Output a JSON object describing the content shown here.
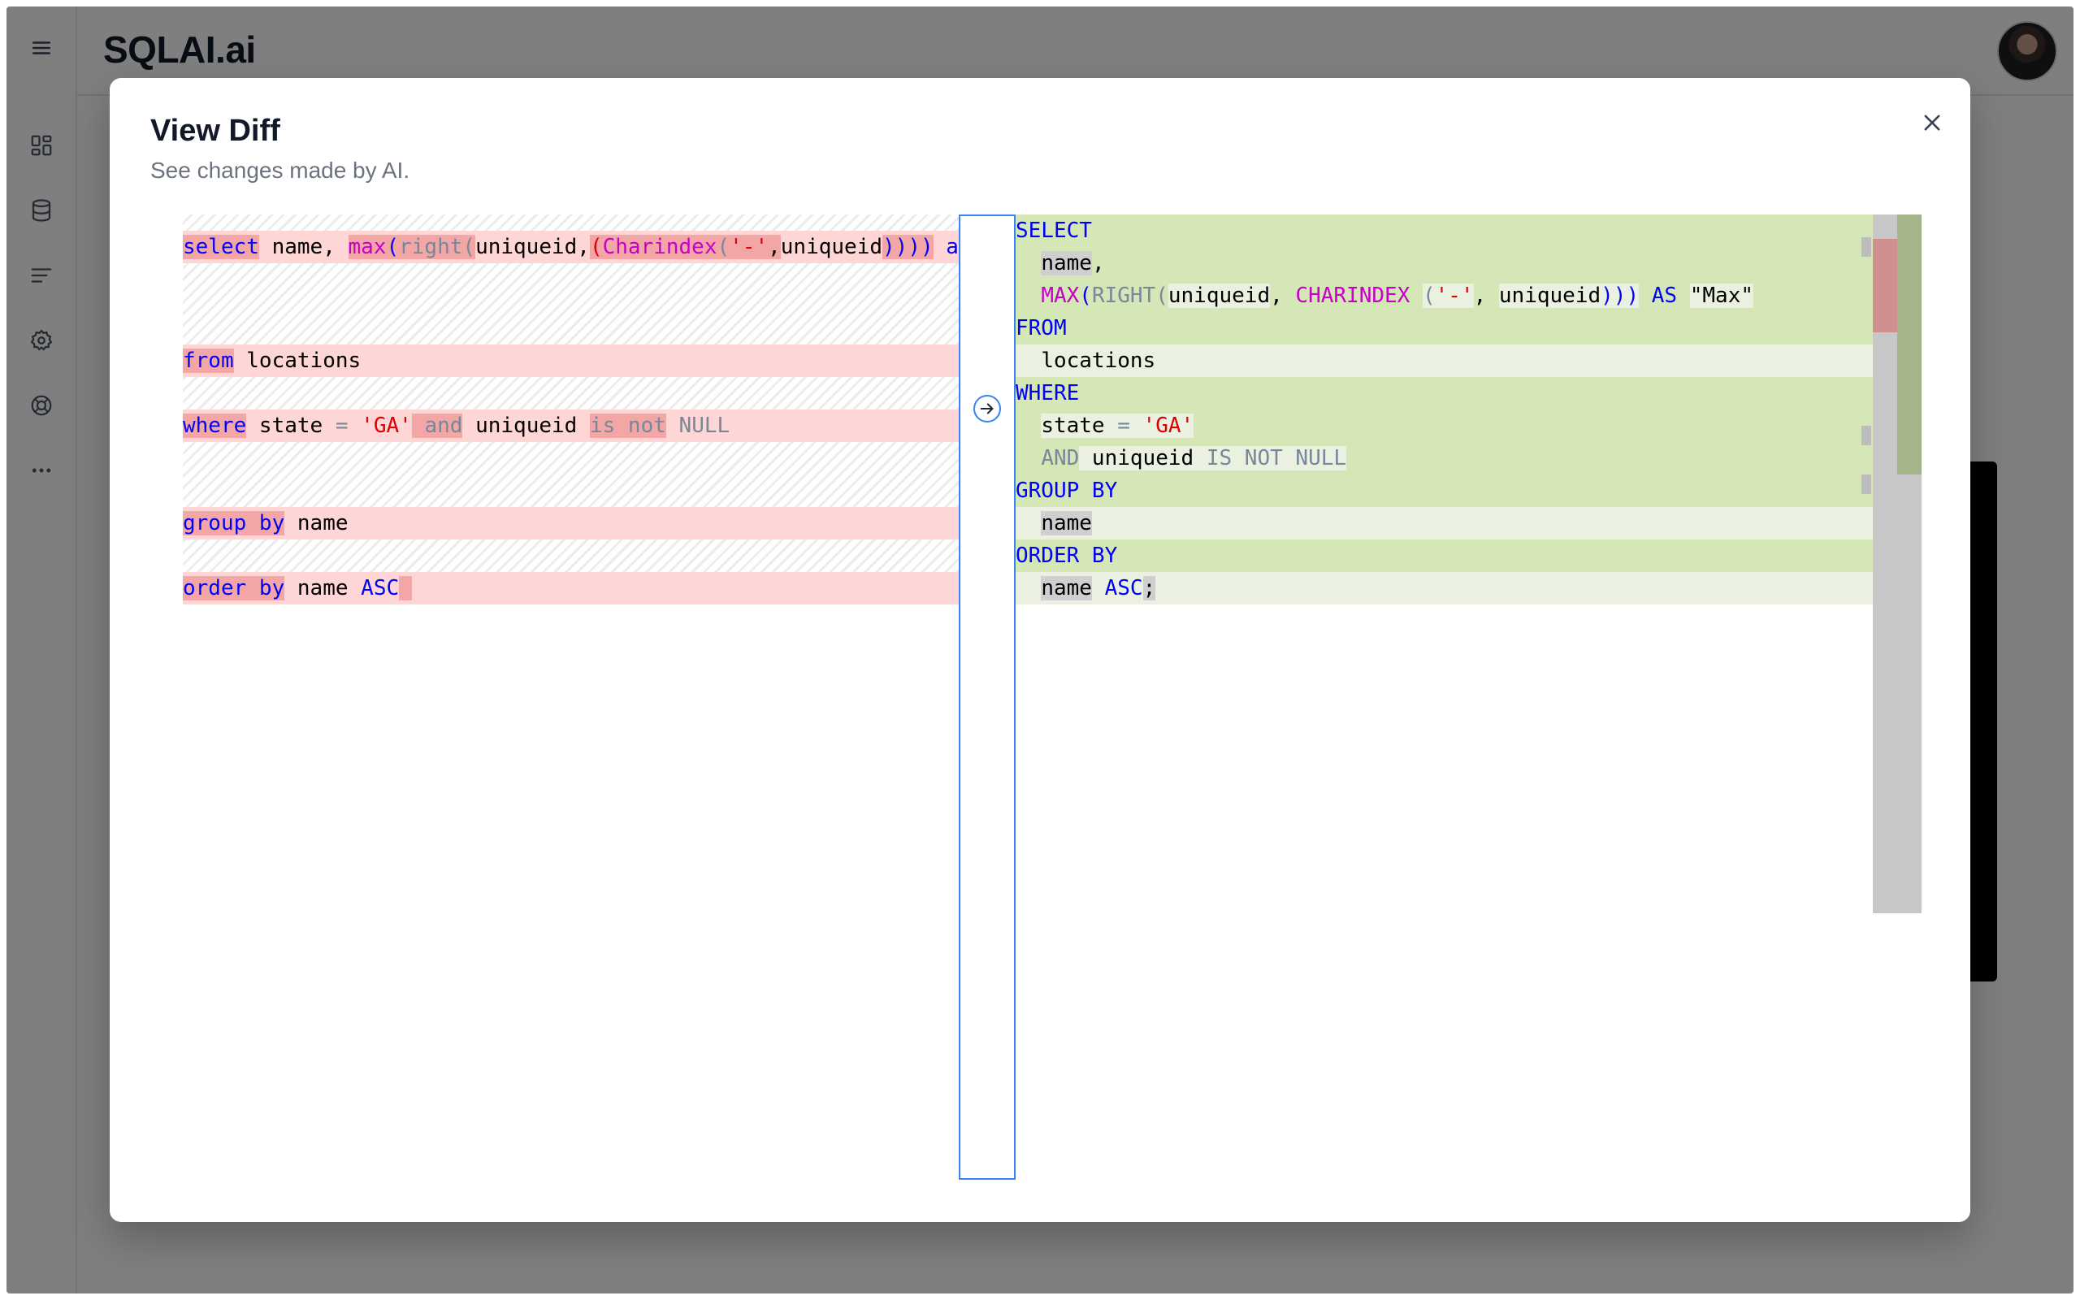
{
  "app": {
    "brand": "SQLAI.ai"
  },
  "sidebar": {
    "items": [
      {
        "name": "menu",
        "icon": "hamburger-menu-icon"
      },
      {
        "name": "dashboard",
        "icon": "dashboard-icon"
      },
      {
        "name": "database",
        "icon": "database-icon"
      },
      {
        "name": "text",
        "icon": "text-lines-icon"
      },
      {
        "name": "settings",
        "icon": "gear-icon"
      },
      {
        "name": "help",
        "icon": "lifebuoy-icon"
      },
      {
        "name": "more",
        "icon": "more-dots-icon"
      }
    ]
  },
  "modal": {
    "title": "View Diff",
    "subtitle": "See changes made by AI.",
    "close_icon": "close-icon"
  },
  "diff": {
    "original": {
      "line1": {
        "select": "select",
        "name": " name,",
        "max": "max",
        "open": "(",
        "right": "right",
        "open2": "(",
        "uniq": "uniqueid,",
        "paren": "(",
        "charindex": "Charindex",
        "open3": "(",
        "dash": "'-'",
        "comma": ",",
        "uniq2": "uniqueid",
        "close": "))))",
        "tail": " a"
      },
      "line2": {
        "from": "from",
        "locations": " locations"
      },
      "line3": {
        "where": "where",
        "state": " state ",
        "eq": "=",
        "ga": " 'GA'",
        "and": " and",
        "uniq": " uniqueid ",
        "is": "is",
        "not": " not",
        "null": " NULL"
      },
      "line4": {
        "group": "group",
        "by": " by",
        "name": " name"
      },
      "line5": {
        "order": "order",
        "by": " by",
        "name": " name ",
        "asc": "ASC"
      }
    },
    "modified": {
      "l1": {
        "kw": "SELECT"
      },
      "l2": {
        "indent": "  ",
        "name": "name",
        "comma": ","
      },
      "l3": {
        "indent": "  ",
        "max": "MAX",
        "open": "(",
        "right": "RIGHT",
        "open2": "(",
        "uniq": "uniqueid",
        "comma": ", ",
        "charindex": "CHARINDEX",
        "sp": " ",
        "open3": "(",
        "dash": "'-'",
        "comma2": ", ",
        "uniq2": "uniqueid",
        "close": ")))",
        "as": " AS ",
        "alias": "\"Max\""
      },
      "l4": {
        "kw": "FROM"
      },
      "l5": {
        "indent": "  ",
        "locations": "locations"
      },
      "l6": {
        "kw": "WHERE"
      },
      "l7": {
        "indent": "  ",
        "state": "state ",
        "eq": "=",
        "ga": " 'GA'"
      },
      "l8": {
        "indent": "  ",
        "and": "AND",
        "uniq": " uniqueid ",
        "is": "IS",
        "not": " NOT",
        "null": " NULL"
      },
      "l9": {
        "kw": "GROUP BY"
      },
      "l10": {
        "indent": "  ",
        "name": "name"
      },
      "l11": {
        "kw": "ORDER BY"
      },
      "l12": {
        "indent": "  ",
        "name": "name",
        "asc": " ASC",
        "semi": ";"
      }
    },
    "gutter_icon": "arrow-right-circle-icon"
  },
  "colors": {
    "removed_line": "#ffd6d6",
    "removed_mark": "#f2a6a6",
    "added_line": "#d5e6b7",
    "unchanged_line": "#ebf1e1",
    "keyword": "#0000ff",
    "function": "#c800c8",
    "string": "#e00000",
    "operator_gray": "#778899",
    "accent": "#3b82f6"
  }
}
